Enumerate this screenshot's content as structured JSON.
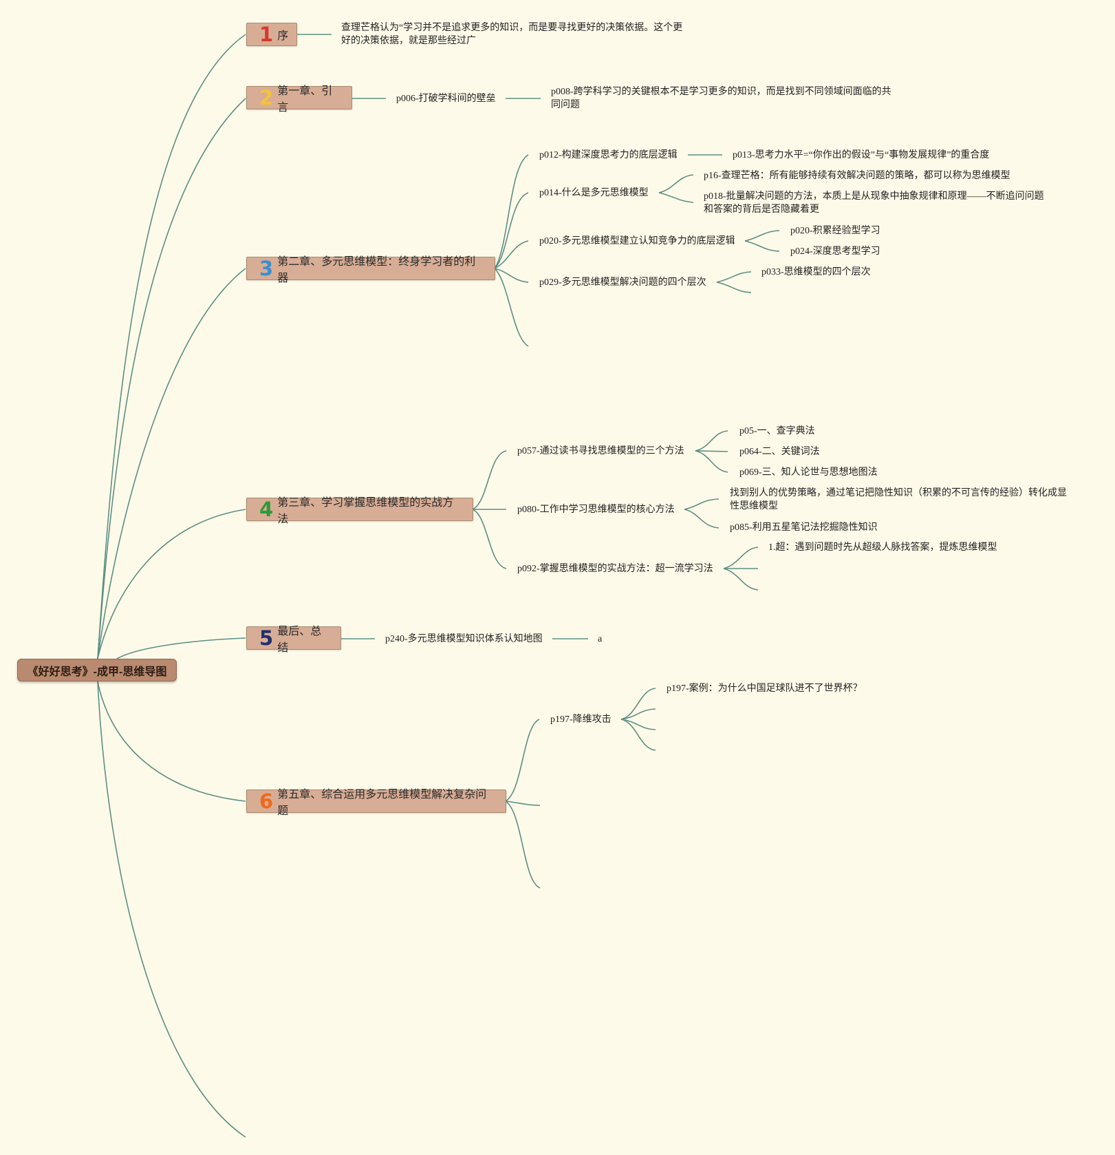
{
  "root": {
    "label": "《好好思考》-成甲-思维导图"
  },
  "chapters": [
    {
      "number": "1",
      "number_color": "#d63a2f",
      "label": "序",
      "children": [
        {
          "label": "查理芒格认为“学习并不是追求更多的知识，而是要寻找更好的决策依据。这个更好的决策依据，就是那些经过广"
        }
      ]
    },
    {
      "number": "2",
      "number_color": "#f3c33a",
      "label": "第一章、引言",
      "children": [
        {
          "label": "p006-打破学科间的壁垒",
          "children": [
            {
              "label": "p008-跨学科学习的关键根本不是学习更多的知识，而是找到不同领域间面临的共同问题"
            }
          ]
        }
      ]
    },
    {
      "number": "3",
      "number_color": "#3a8fd1",
      "label": "第二章、多元思维模型：终身学习者的利器",
      "children": [
        {
          "label": "p012-构建深度思考力的底层逻辑",
          "children": [
            {
              "label": "p013-思考力水平=“你作出的假设”与“事物发展规律”的重合度"
            }
          ]
        },
        {
          "label": "p014-什么是多元思维模型",
          "children": [
            {
              "label": "p16-查理芒格：所有能够持续有效解决问题的策略，都可以称为思维模型"
            },
            {
              "label": "p018-批量解决问题的方法，本质上是从现象中抽象规律和原理——不断追问问题和答案的背后是否隐藏着更"
            }
          ]
        },
        {
          "label": "p020-多元思维模型建立认知竞争力的底层逻辑",
          "children": [
            {
              "label": "p020-积累经验型学习"
            },
            {
              "label": "p024-深度思考型学习"
            }
          ]
        },
        {
          "label": "p029-多元思维模型解决问题的四个层次",
          "children": [
            {
              "label": "p033-思维模型的四个层次"
            }
          ]
        }
      ]
    },
    {
      "number": "4",
      "number_color": "#2e9a3a",
      "label": "第三章、学习掌握思维模型的实战方法",
      "children": [
        {
          "label": "p057-通过读书寻找思维模型的三个方法",
          "children": [
            {
              "label": "p05-一、查字典法"
            },
            {
              "label": "p064-二、关键词法"
            },
            {
              "label": "p069-三、知人论世与思想地图法"
            }
          ]
        },
        {
          "label": "p080-工作中学习思维模型的核心方法",
          "children": [
            {
              "label": "找到别人的优势策略，通过笔记把隐性知识（积累的不可言传的经验）转化成显性思维模型"
            },
            {
              "label": "p085-利用五星笔记法挖掘隐性知识"
            }
          ]
        },
        {
          "label": "p092-掌握思维模型的实战方法：超一流学习法",
          "children": [
            {
              "label": "1.超：遇到问题时先从超级人脉找答案，提炼思维模型"
            }
          ]
        }
      ]
    },
    {
      "number": "5",
      "number_color": "#1f2f6e",
      "label": "最后、总结",
      "children": [
        {
          "label": "p240-多元思维模型知识体系认知地图",
          "children": [
            {
              "label": "a"
            }
          ]
        }
      ]
    },
    {
      "number": "6",
      "number_color": "#ef6a1a",
      "label": "第五章、综合运用多元思维模型解决复杂问题",
      "children": [
        {
          "label": "p197-降维攻击",
          "children": [
            {
              "label": "p197-案例：为什么中国足球队进不了世界杯？"
            }
          ]
        }
      ]
    }
  ]
}
